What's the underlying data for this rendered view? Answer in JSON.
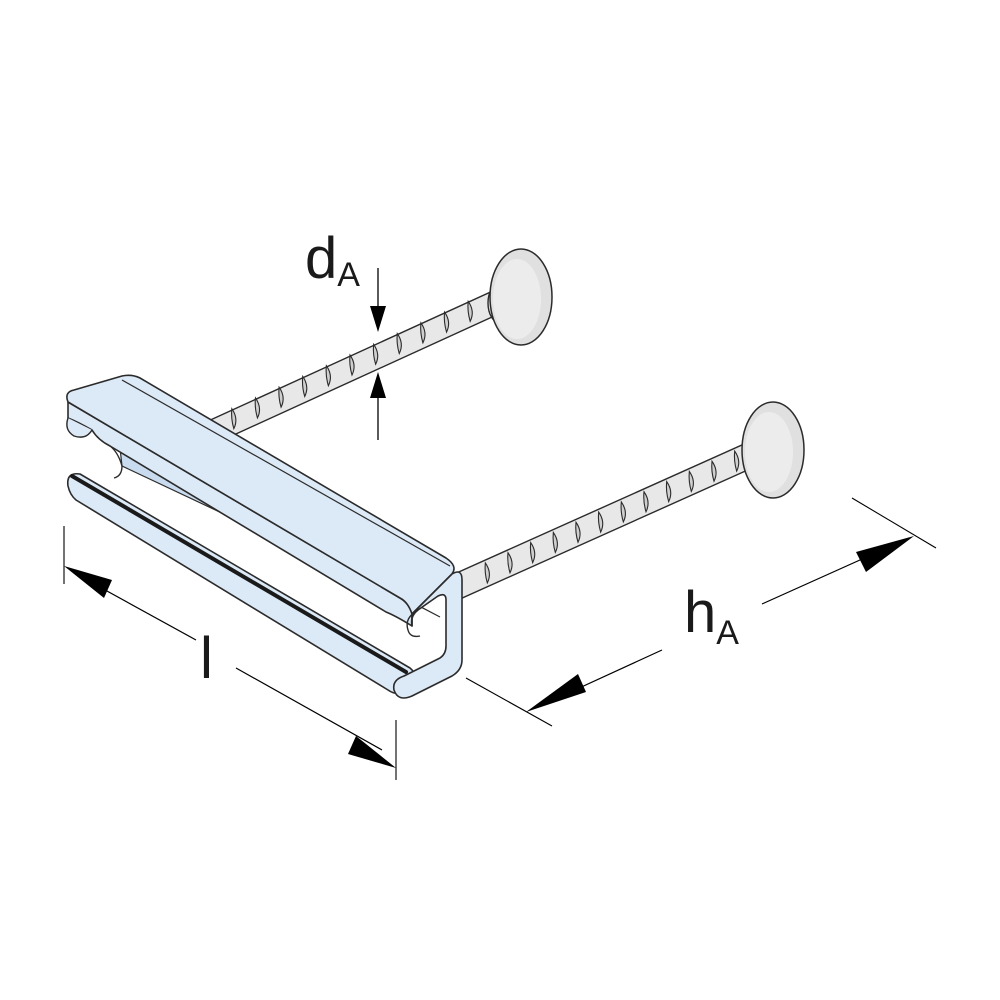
{
  "labels": {
    "d_main": "d",
    "d_sub": "A",
    "h_main": "h",
    "h_sub": "A",
    "l_main": "l"
  },
  "colors": {
    "channel_fill": "#dce9f6",
    "channel_stroke": "#2b2b2b",
    "anchor_fill": "#e8e8e8",
    "anchor_stroke": "#2b2b2b",
    "dimension": "#000000",
    "background": "#ffffff"
  },
  "icons": {
    "anchor_head": "disc-head",
    "rib": "rib-mark",
    "arrow": "filled-triangle-arrow"
  }
}
